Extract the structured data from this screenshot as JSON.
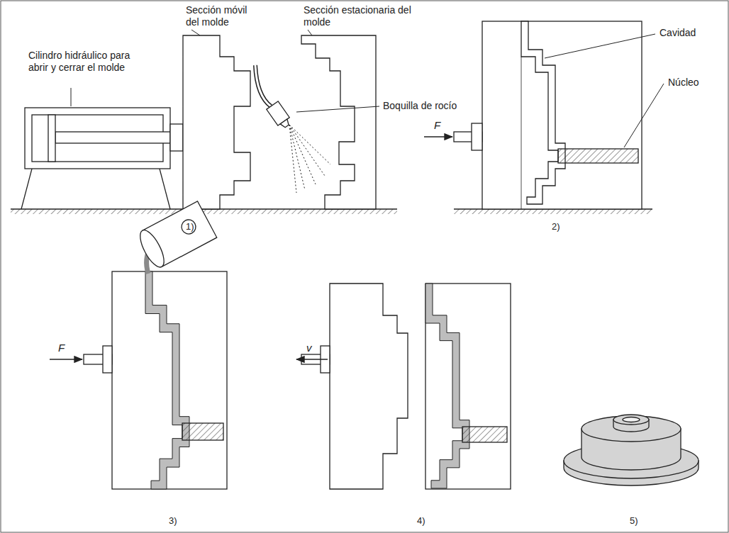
{
  "diagram": {
    "labels": [
      "Cilindro hidráulico para abrir y cerrar el molde",
      "Sección móvil del molde",
      "Sección estacionaria del molde",
      "Boquilla de rocío",
      "Cavidad",
      "Núcleo",
      "F",
      "F",
      "v",
      "1)",
      "2)",
      "3)",
      "4)",
      "5)"
    ]
  }
}
